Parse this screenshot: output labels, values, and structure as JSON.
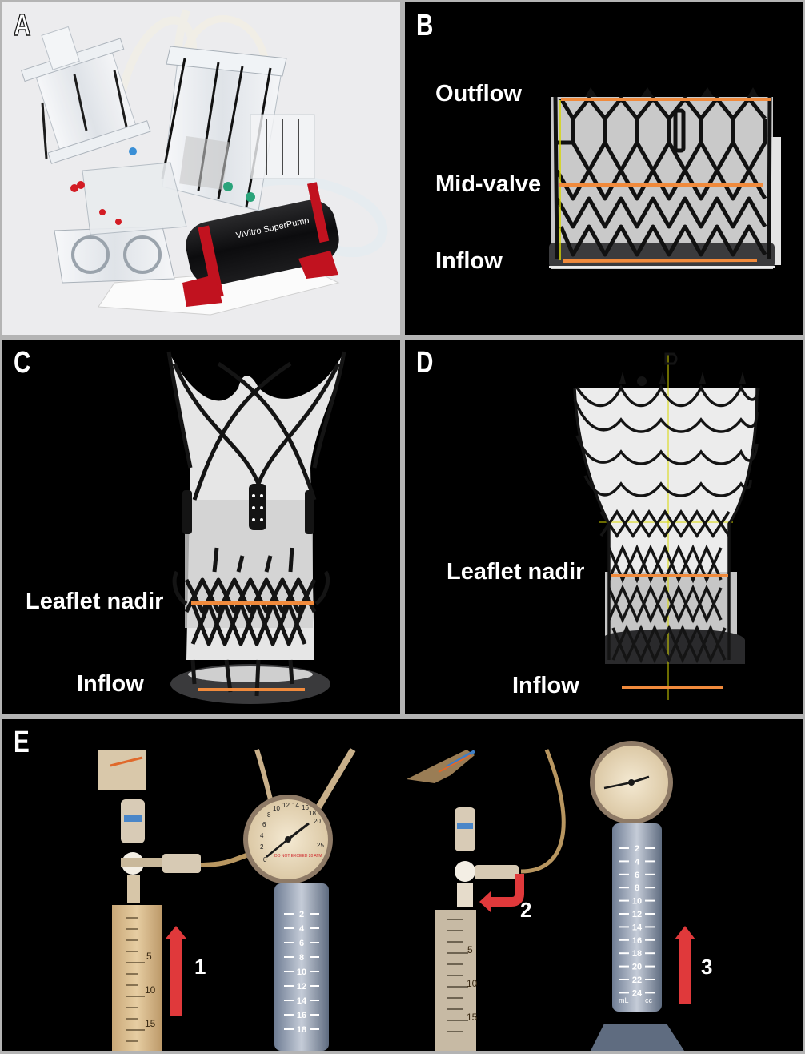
{
  "figure": {
    "colors": {
      "background": "#000000",
      "panel_border": "#b4b4b4",
      "measurement_line": "#f08a3c",
      "arrow": "#e0393b",
      "label_text": "#ffffff"
    },
    "panels": [
      {
        "id": "A",
        "letter": "A",
        "subject": "pulse duplicator test rig",
        "device_text": "ViVitro SuperPump"
      },
      {
        "id": "B",
        "letter": "B",
        "subject": "balloon-expandable valve frame",
        "labels": [
          "Outflow",
          "Mid-valve",
          "Inflow"
        ]
      },
      {
        "id": "C",
        "letter": "C",
        "subject": "supra-annular valve with stabilization arches",
        "labels": [
          "Leaflet nadir",
          "Inflow"
        ]
      },
      {
        "id": "D",
        "letter": "D",
        "subject": "self-expanding valve frame",
        "labels": [
          "Leaflet nadir",
          "Inflow"
        ]
      },
      {
        "id": "E",
        "letter": "E",
        "subject": "syringe and inflation device sequence",
        "steps": [
          "1",
          "2",
          "3"
        ],
        "syringe_scale": [
          "5",
          "10",
          "15"
        ],
        "inflator_scale_left": [
          "2",
          "4",
          "6",
          "8",
          "10",
          "12",
          "14",
          "16",
          "18"
        ],
        "inflator_scale_right": [
          "2",
          "4",
          "6",
          "8",
          "10",
          "12",
          "14",
          "16",
          "18",
          "20",
          "22",
          "24"
        ],
        "inflator_units": [
          "mL",
          "cc"
        ],
        "gauge_scale": [
          "0",
          "2",
          "4",
          "6",
          "8",
          "10",
          "12",
          "14",
          "16",
          "18",
          "20",
          "25"
        ],
        "gauge_warning": "DO NOT EXCEED 20 ATM"
      }
    ]
  }
}
